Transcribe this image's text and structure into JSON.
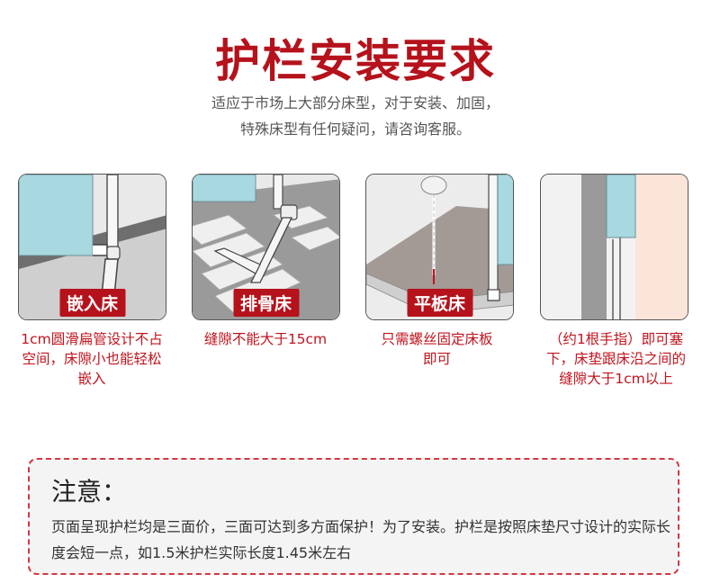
{
  "header": {
    "title": "护栏安装要求",
    "subtitle_line1": "适应于市场上大部分床型，对于安装、加固，",
    "subtitle_line2": "特殊床型有任何疑问，请咨询客服。"
  },
  "cards": [
    {
      "badge": "嵌入床",
      "caption": "1cm圆滑扁管设计不占空间，床隙小也能轻松嵌入"
    },
    {
      "badge": "排骨床",
      "caption": "缝隙不能大于15cm"
    },
    {
      "badge": "平板床",
      "caption": "只需螺丝固定床板即可"
    },
    {
      "badge": "",
      "caption": "（约1根手指）即可塞下，床垫跟床沿之间的缝隙大于1cm以上"
    }
  ],
  "notice": {
    "title": "注意：",
    "body": "页面呈现护栏均是三面价，三面可达到多方面保护！为了安装。护栏是按照床垫尺寸设计的实际长度会短一点，如1.5米护栏实际长度1.45米左右"
  },
  "colors": {
    "accent": "#b5121b",
    "panel": "#a8d8e0",
    "frame": "#7a7a7a"
  }
}
